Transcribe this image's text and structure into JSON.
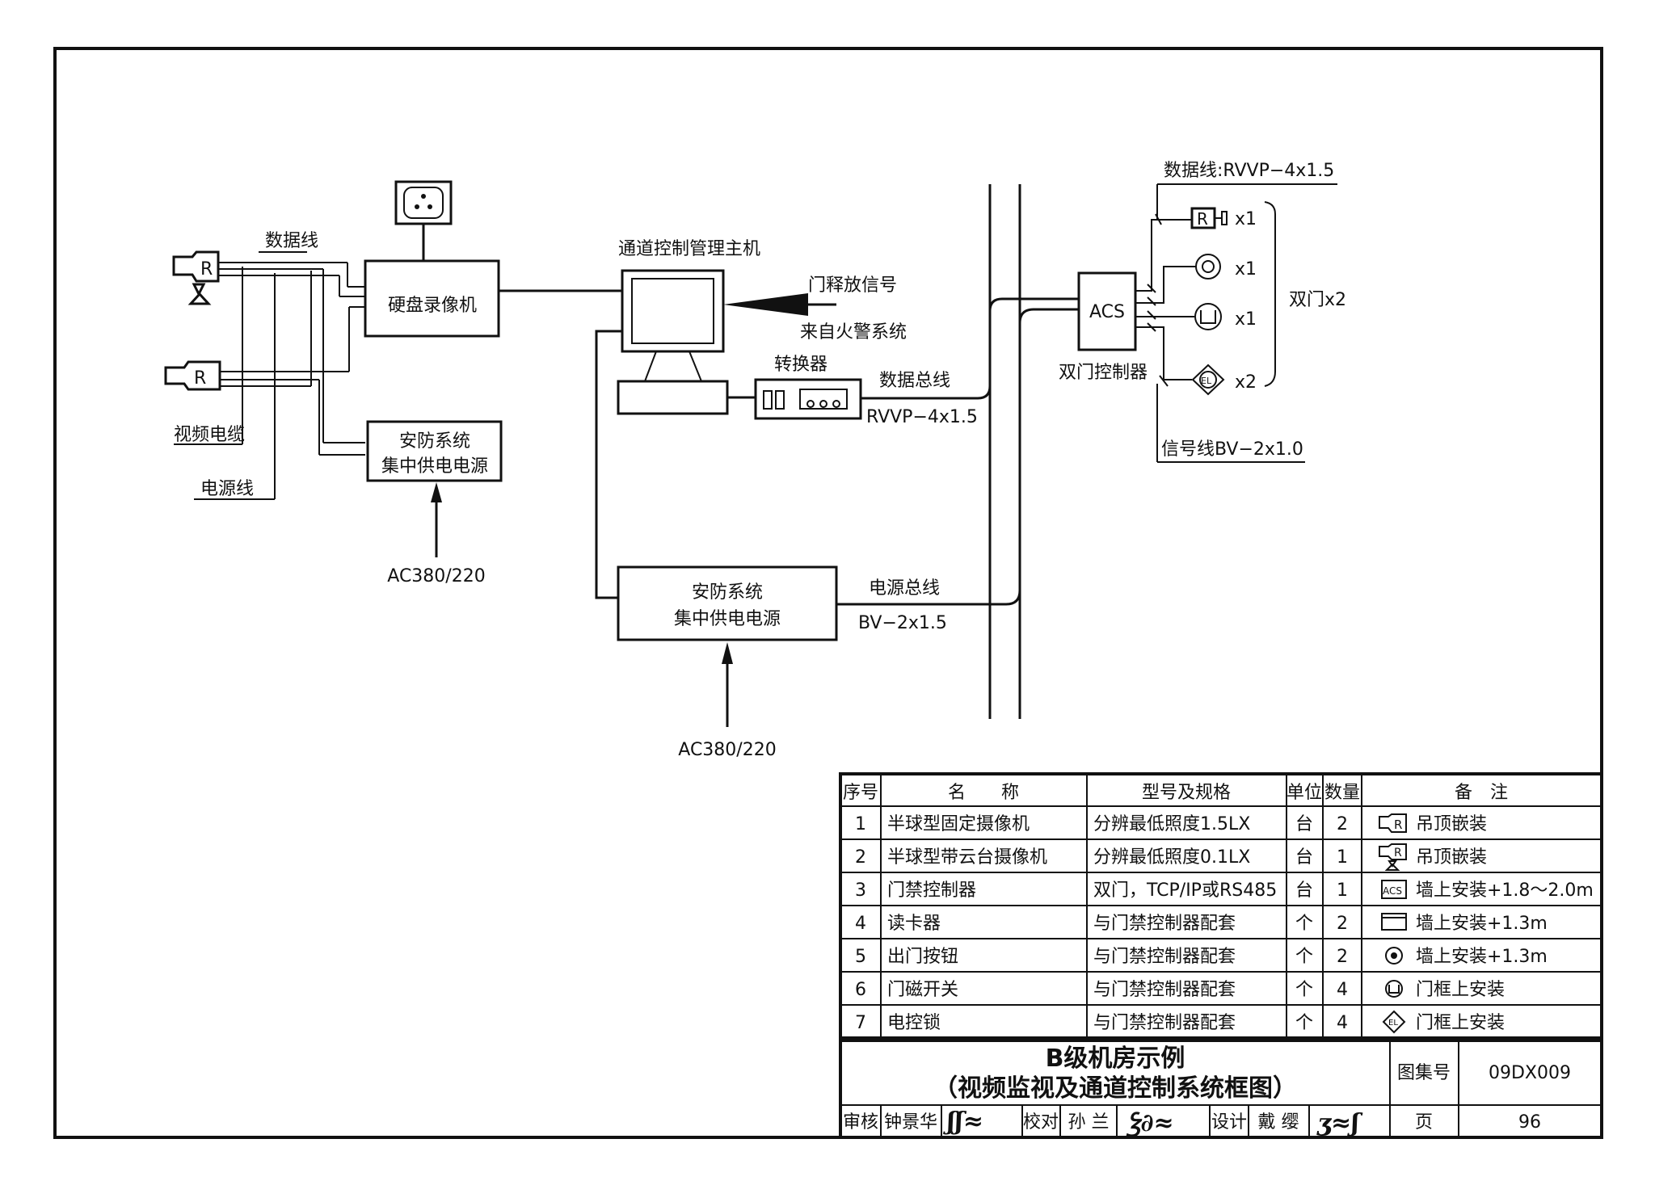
{
  "diagram": {
    "labels": {
      "data_line": "数据线",
      "video_cable": "视频电缆",
      "power_line": "电源线",
      "nvr": "硬盘录像机",
      "psu_left_1": "安防系统",
      "psu_left_2": "集中供电电源",
      "ac_left": "AC380/220",
      "host": "通道控制管理主机",
      "door_release": "门释放信号",
      "from_fire": "来自火警系统",
      "converter": "转换器",
      "data_bus": "数据总线",
      "data_bus_spec": "RVVP−4x1.5",
      "psu_mid_1": "安防系统",
      "psu_mid_2": "集中供电电源",
      "power_bus": "电源总线",
      "power_bus_spec": "BV−2x1.5",
      "ac_mid": "AC380/220",
      "data_line_spec": "数据线:RVVP−4x1.5",
      "acs": "ACS",
      "dual_controller": "双门控制器",
      "signal_line": "信号线BV−2x1.0",
      "double_door": "双门x2",
      "qty_x1_a": "x1",
      "qty_x1_b": "x1",
      "qty_x1_c": "x1",
      "qty_x2": "x2",
      "cam_r_1": "R",
      "cam_r_2": "R",
      "reader_r": "R",
      "el": "EL"
    }
  },
  "table": {
    "headers": [
      "序号",
      "名　　称",
      "型号及规格",
      "单位",
      "数量",
      "备　注"
    ],
    "rows": [
      [
        "1",
        "半球型固定摄像机",
        "分辨最低照度1.5LX",
        "台",
        "2",
        "吊顶嵌装"
      ],
      [
        "2",
        "半球型带云台摄像机",
        "分辨最低照度0.1LX",
        "台",
        "1",
        "吊顶嵌装"
      ],
      [
        "3",
        "门禁控制器",
        "双门，TCP/IP或RS485",
        "台",
        "1",
        "墙上安装+1.8～2.0m"
      ],
      [
        "4",
        "读卡器",
        "与门禁控制器配套",
        "个",
        "2",
        "墙上安装+1.3m"
      ],
      [
        "5",
        "出门按钮",
        "与门禁控制器配套",
        "个",
        "2",
        "墙上安装+1.3m"
      ],
      [
        "6",
        "门磁开关",
        "与门禁控制器配套",
        "个",
        "4",
        "门框上安装"
      ],
      [
        "7",
        "电控锁",
        "与门禁控制器配套",
        "个",
        "4",
        "门框上安装"
      ]
    ],
    "row_icons": [
      "fixed-camera-icon",
      "ptz-camera-icon",
      "acs-controller-icon",
      "card-reader-icon",
      "exit-button-icon",
      "door-magnet-icon",
      "electric-lock-icon"
    ],
    "acs_icon_text": "ACS",
    "el_icon_text": "EL",
    "cam_icon_text": "R"
  },
  "title_block": {
    "title_line1": "B级机房示例",
    "title_line2": "（视频监视及通道控制系统框图）",
    "atlas_label": "图集号",
    "atlas_no": "09DX009",
    "page_label": "页",
    "page_no": "96",
    "review_label": "审核",
    "reviewer": "钟景华",
    "check_label": "校对",
    "checker": "孙 兰",
    "design_label": "设计",
    "designer": "戴 缨"
  }
}
